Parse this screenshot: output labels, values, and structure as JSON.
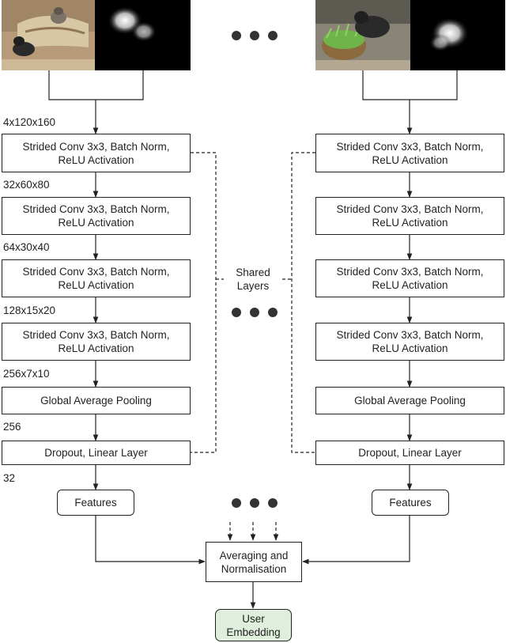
{
  "left_branch": {
    "dims": [
      "4x120x160",
      "32x60x80",
      "64x30x40",
      "128x15x20",
      "256x7x10",
      "256",
      "32"
    ],
    "conv_blocks": [
      "Strided Conv 3x3, Batch Norm,\nReLU Activation",
      "Strided Conv 3x3, Batch Norm,\nReLU Activation",
      "Strided Conv 3x3, Batch Norm,\nReLU Activation",
      "Strided Conv 3x3, Batch Norm,\nReLU Activation"
    ],
    "pooling": "Global Average Pooling",
    "dropout": "Dropout, Linear Layer",
    "features": "Features"
  },
  "right_branch": {
    "conv_blocks": [
      "Strided Conv 3x3, Batch Norm,\nReLU Activation",
      "Strided Conv 3x3, Batch Norm,\nReLU Activation",
      "Strided Conv 3x3, Batch Norm,\nReLU Activation",
      "Strided Conv 3x3, Batch Norm,\nReLU Activation"
    ],
    "pooling": "Global Average Pooling",
    "dropout": "Dropout, Linear Layer",
    "features": "Features"
  },
  "shared_label": "Shared\nLayers",
  "averaging": "Averaging and\nNormalisation",
  "embedding": "User\nEmbedding",
  "colors": {
    "stroke": "#222222",
    "embedding_fill": "#dfeedd",
    "background": "#ffffff"
  }
}
